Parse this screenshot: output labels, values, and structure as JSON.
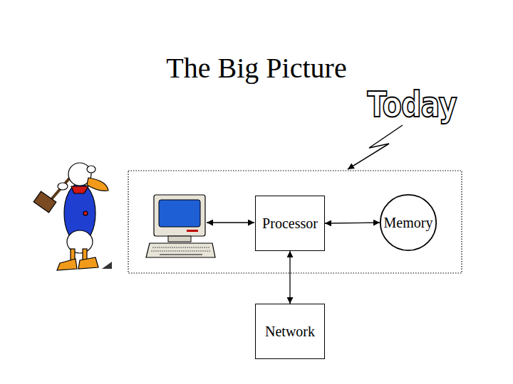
{
  "diagram": {
    "title": "The Big Picture",
    "nodes": [
      {
        "text": [
          "Processor"
        ]
      },
      {
        "text": [
          "Memory"
        ]
      },
      {
        "text": [
          "Network"
        ]
      }
    ],
    "edges": [
      {
        "from": 0,
        "to": 1,
        "arrow": "both"
      },
      {
        "from": 0,
        "to": 2,
        "arrow": "both"
      }
    ],
    "labels": [
      "Today"
    ]
  }
}
